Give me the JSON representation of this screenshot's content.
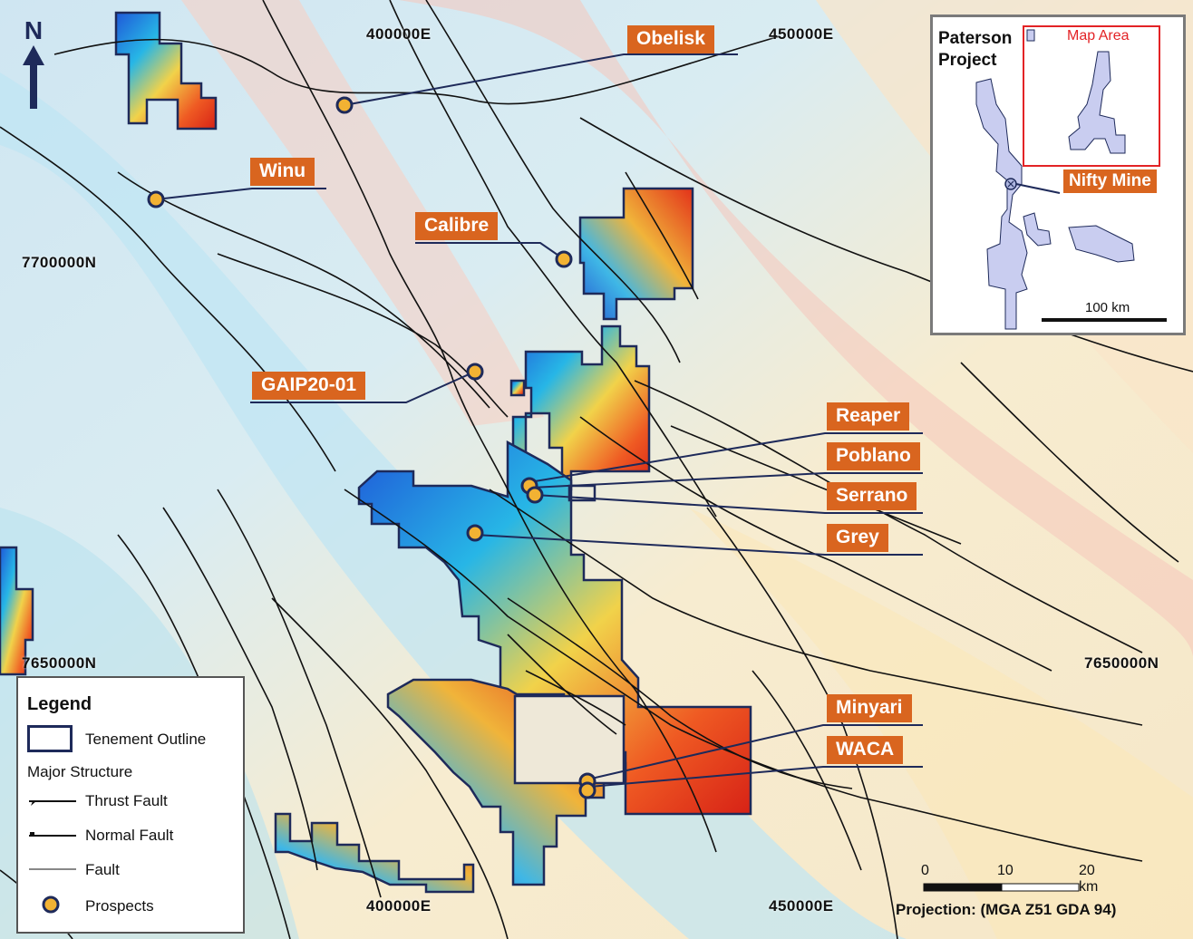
{
  "coords": {
    "top_left": "400000E",
    "top_right": "450000E",
    "bottom_left": "400000E",
    "bottom_right": "450000E",
    "left_upper": "7700000N",
    "left_lower": "7650000N",
    "right_lower": "7650000N"
  },
  "north": "N",
  "prospects": {
    "obelisk": "Obelisk",
    "winu": "Winu",
    "calibre": "Calibre",
    "gaip": "GAIP20-01",
    "reaper": "Reaper",
    "poblano": "Poblano",
    "serrano": "Serrano",
    "grey": "Grey",
    "minyari": "Minyari",
    "waca": "WACA"
  },
  "legend": {
    "title": "Legend",
    "tenement": "Tenement Outline",
    "major": "Major Structure",
    "thrust": "Thrust Fault",
    "normal": "Normal Fault",
    "fault": "Fault",
    "prospects": "Prospects"
  },
  "inset": {
    "title": "Paterson Project",
    "map_area": "Map Area",
    "nifty": "Nifty Mine",
    "scale": "100 km"
  },
  "scale": {
    "zero": "0",
    "ten": "10",
    "twenty": "20 km"
  },
  "projection": "Projection: (MGA Z51 GDA 94)",
  "colors": {
    "label_bg": "#d9651f",
    "tenement": "#1e2a5a",
    "map_area": "#e32326"
  }
}
